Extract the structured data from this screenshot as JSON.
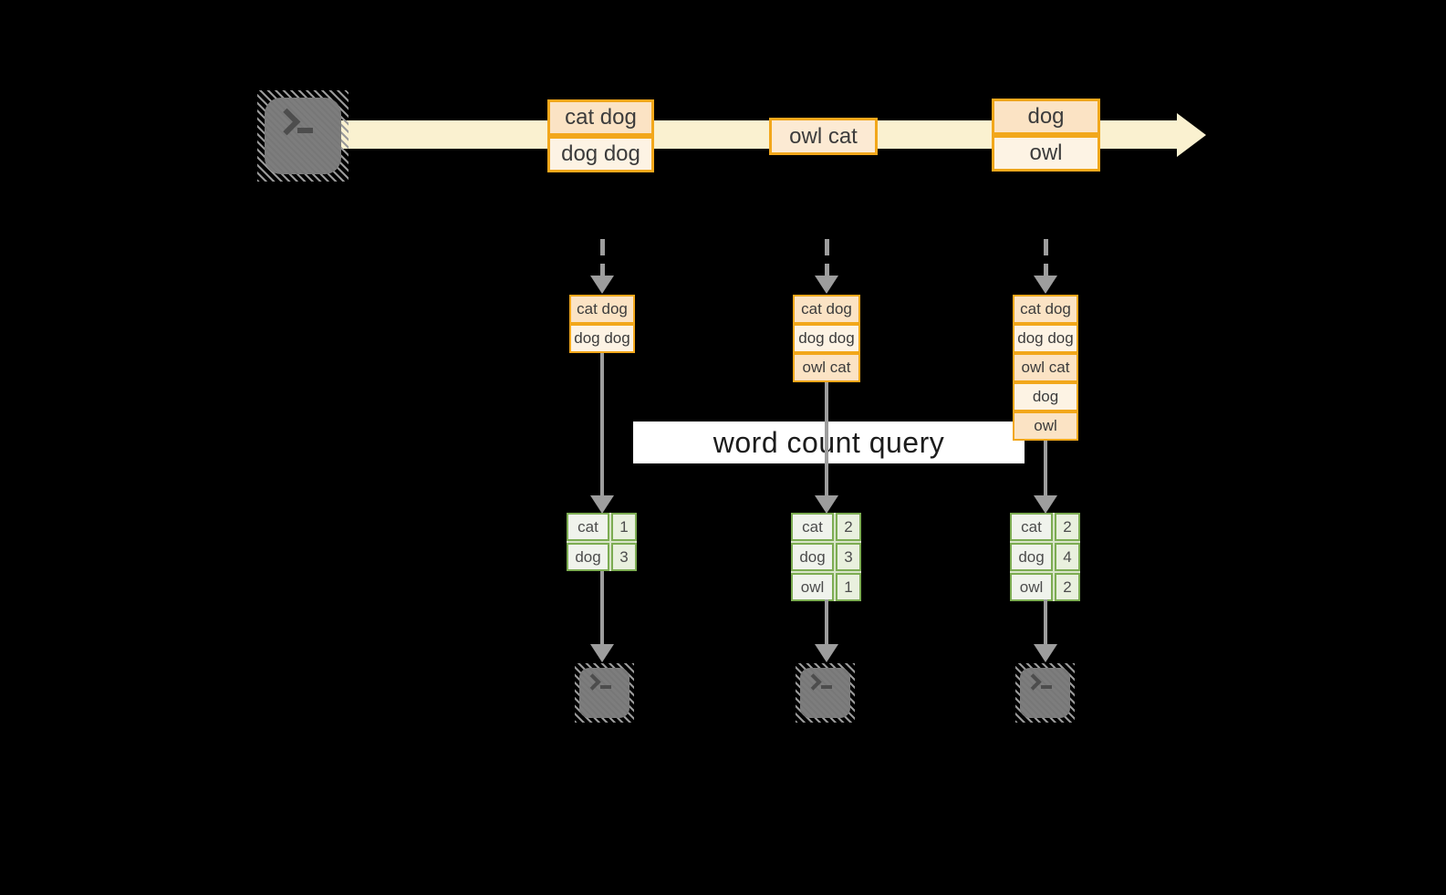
{
  "query_label": "word count query",
  "stream": {
    "events": [
      {
        "rows": [
          "cat dog",
          "dog dog"
        ]
      },
      {
        "rows": [
          "owl cat"
        ]
      },
      {
        "rows": [
          "dog",
          "owl"
        ]
      }
    ]
  },
  "columns": [
    {
      "buffer": [
        "cat dog",
        "dog dog"
      ],
      "counts": [
        {
          "word": "cat",
          "value": "1"
        },
        {
          "word": "dog",
          "value": "3"
        }
      ]
    },
    {
      "buffer": [
        "cat dog",
        "dog dog",
        "owl cat"
      ],
      "counts": [
        {
          "word": "cat",
          "value": "2"
        },
        {
          "word": "dog",
          "value": "3"
        },
        {
          "word": "owl",
          "value": "1"
        }
      ]
    },
    {
      "buffer": [
        "cat dog",
        "dog dog",
        "owl cat",
        "dog",
        "owl"
      ],
      "counts": [
        {
          "word": "cat",
          "value": "2"
        },
        {
          "word": "dog",
          "value": "4"
        },
        {
          "word": "owl",
          "value": "2"
        }
      ]
    }
  ],
  "icons": {
    "source": "terminal-icon",
    "sinks": [
      "terminal-icon",
      "terminal-icon",
      "terminal-icon"
    ],
    "stream_arrow": "right-arrow-icon"
  },
  "colors": {
    "background": "#000000",
    "stream_fill": "#faf1d0",
    "orange_border": "#f2a71b",
    "peach_fill": "#fbe3c4",
    "cream_fill": "#fdf3e4",
    "mid_fill": "#fcead3",
    "green_border": "#7cac52",
    "word_fill": "#f0f3ec",
    "num_fill": "#e9f0de",
    "table_gap": "#d8e4c8",
    "arrow_gray": "#9d9d9d",
    "terminal_fill": "#7d7d7d",
    "hatch_gray": "#9a9a9a",
    "glyph_gray": "#4d4d4d",
    "text_dark": "#3c3c3c",
    "count_text": "#4c4c4c",
    "label_bg": "#ffffff",
    "label_text": "#1c1c1c"
  }
}
